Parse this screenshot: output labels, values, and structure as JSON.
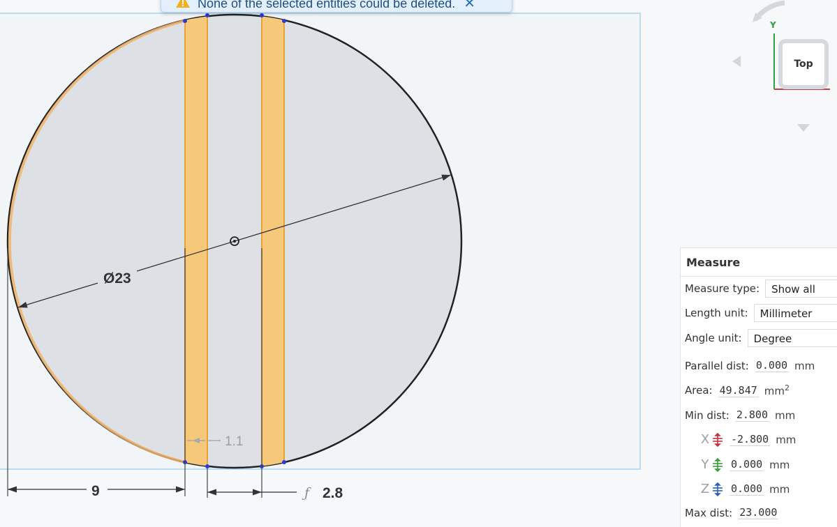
{
  "toast": {
    "message": "None of the selected entities could be deleted.",
    "close_glyph": "✕",
    "icon": "warning-icon"
  },
  "view_cube": {
    "face_label": "Top",
    "axis_y_label": "Y",
    "colors": {
      "y_axis": "#2e9e3f",
      "x_axis": "#d43a3a"
    }
  },
  "dimensions": {
    "diameter": "Ø23",
    "dist_left": "9",
    "gap": "1.1",
    "slot_width": "2.8",
    "slot_width_prefix": "ƒ"
  },
  "measure": {
    "title": "Measure",
    "measure_type_label": "Measure type:",
    "measure_type_value": "Show all",
    "length_unit_label": "Length unit:",
    "length_unit_value": "Millimeter",
    "angle_unit_label": "Angle unit:",
    "angle_unit_value": "Degree",
    "parallel_label": "Parallel dist:",
    "parallel_value": "0.000",
    "parallel_unit": "mm",
    "area_label": "Area:",
    "area_value": "49.847",
    "area_unit": "mm",
    "area_exp": "2",
    "min_label": "Min dist:",
    "min_value": "2.800",
    "min_unit": "mm",
    "x_label": "X",
    "x_value": "-2.800",
    "x_unit": "mm",
    "y_label": "Y",
    "y_value": "0.000",
    "y_unit": "mm",
    "z_label": "Z",
    "z_value": "0.000",
    "z_unit": "mm",
    "max_label": "Max dist:",
    "max_value": "23.000"
  },
  "colors": {
    "selection": "#f5c87a",
    "selection_edge": "#e8a334",
    "disk_fill": "#dde1e5",
    "axis_x": "#c6303a",
    "axis_y": "#3a9e3a",
    "axis_z": "#2a5fb8"
  }
}
